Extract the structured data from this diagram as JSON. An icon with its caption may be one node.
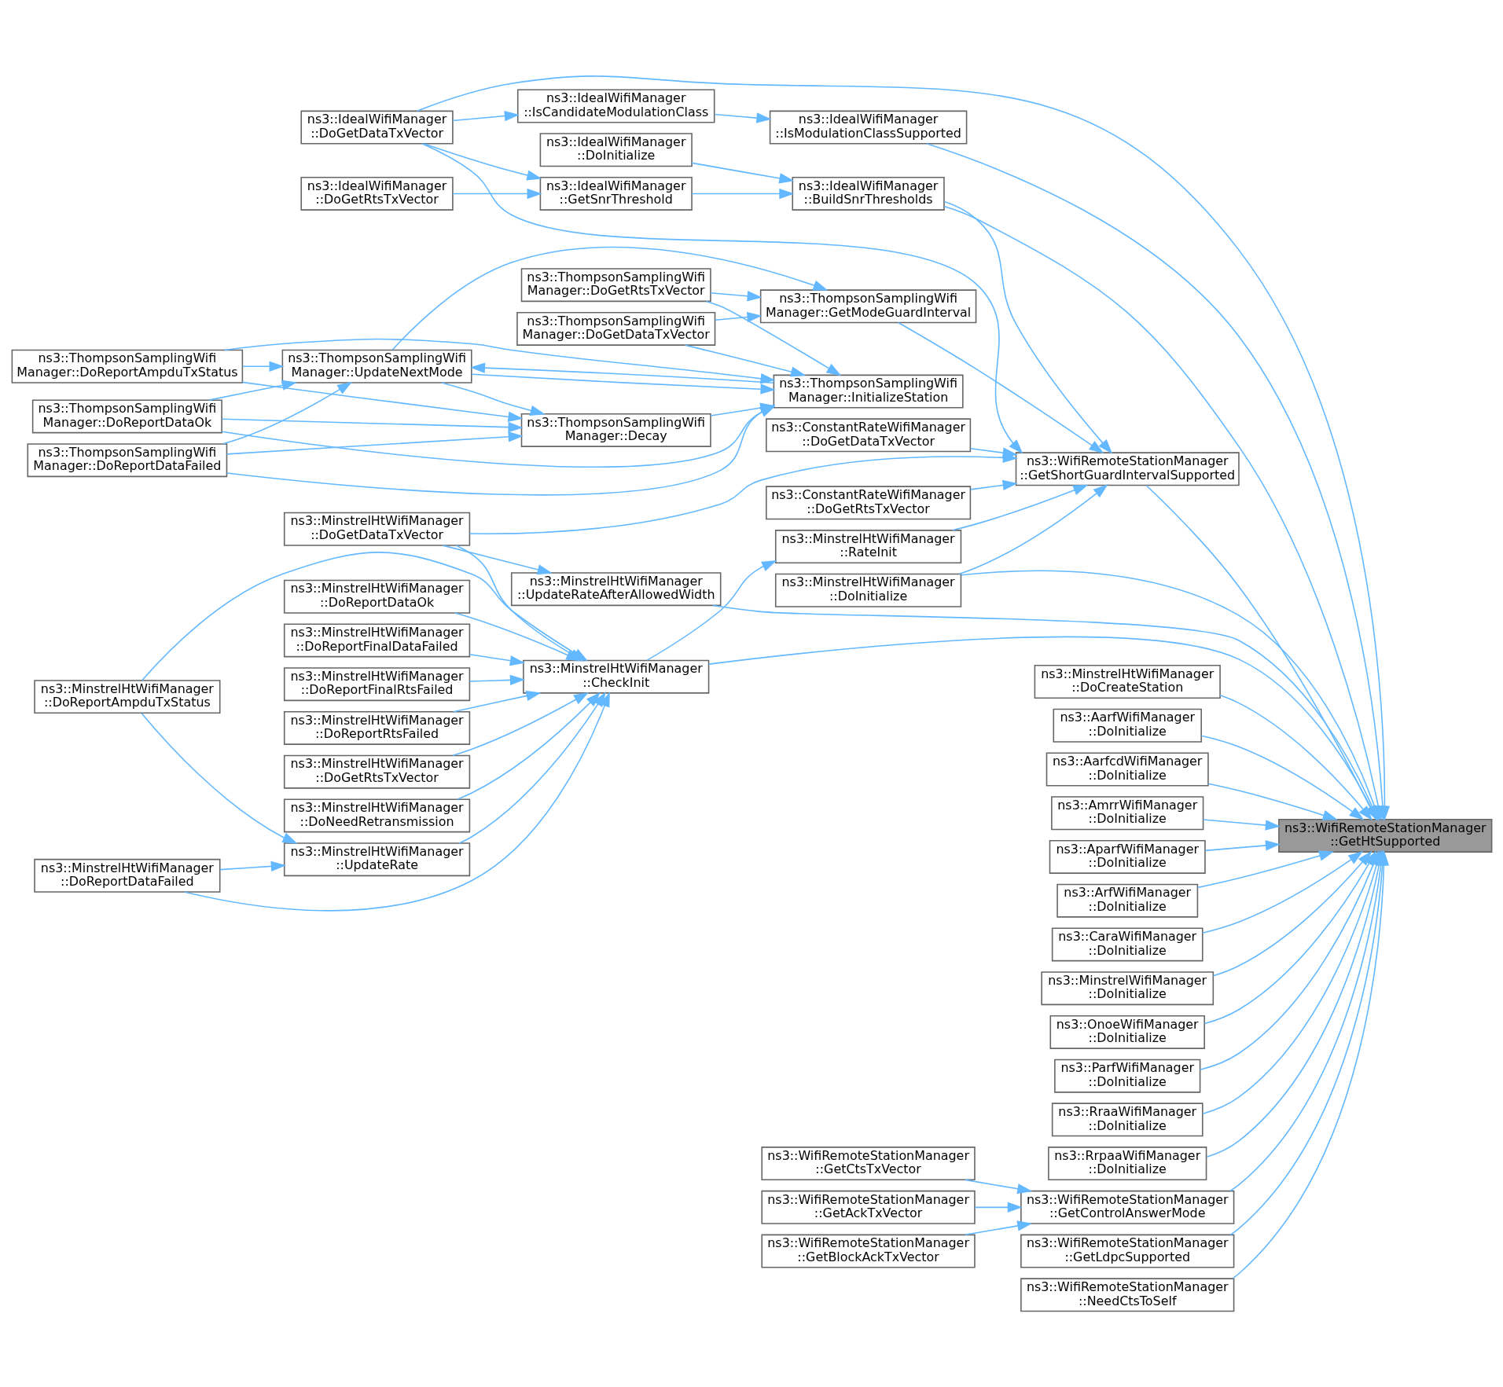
{
  "diagram": {
    "nodes": [
      {
        "text": [
          "ns3::WifiRemoteStationManager ::GetHtSupported"
        ]
      },
      {
        "text": [
          "ns3::IdealWifiManager ::IsModulationClassSupported"
        ]
      },
      {
        "text": [
          "ns3::IdealWifiManager ::IsCandidateModulationClass"
        ]
      },
      {
        "text": [
          "ns3::IdealWifiManager ::DoGetDataTxVector"
        ]
      },
      {
        "text": [
          "ns3::IdealWifiManager ::BuildSnrThresholds"
        ]
      },
      {
        "text": [
          "ns3::IdealWifiManager ::DoInitialize"
        ]
      },
      {
        "text": [
          "ns3::IdealWifiManager ::GetSnrThreshold"
        ]
      },
      {
        "text": [
          "ns3::IdealWifiManager ::DoGetRtsTxVector"
        ]
      },
      {
        "text": [
          "ns3::WifiRemoteStationManager ::GetShortGuardIntervalSupported"
        ]
      },
      {
        "text": [
          "ns3::ConstantRateWifiManager ::DoGetRtsTxVector"
        ]
      },
      {
        "text": [
          "ns3::ThompsonSamplingWifi Manager::GetModeGuardInterval"
        ]
      },
      {
        "text": [
          "ns3::ThompsonSamplingWifi Manager::UpdateNextMode"
        ]
      },
      {
        "text": [
          "ns3::ThompsonSamplingWifi Manager::InitializeStation"
        ]
      },
      {
        "text": [
          "ns3::ThompsonSamplingWifi Manager::Decay"
        ]
      },
      {
        "text": [
          "ns3::ThompsonSamplingWifi Manager::DoReportDataFailed"
        ]
      },
      {
        "text": [
          "ns3::ThompsonSamplingWifi Manager::DoReportAmpduTxStatus"
        ]
      },
      {
        "text": [
          "ns3::ThompsonSamplingWifi Manager::DoReportDataOk"
        ]
      },
      {
        "text": [
          "ns3::ThompsonSamplingWifi Manager::DoGetRtsTxVector"
        ]
      },
      {
        "text": [
          "ns3::ThompsonSamplingWifi Manager::DoGetDataTxVector"
        ]
      },
      {
        "text": [
          "ns3::ConstantRateWifiManager ::DoGetDataTxVector"
        ]
      },
      {
        "text": [
          "ns3::MinstrelHtWifiManager ::DoGetDataTxVector"
        ]
      },
      {
        "text": [
          "ns3::MinstrelHtWifiManager ::RateInit"
        ]
      },
      {
        "text": [
          "ns3::MinstrelHtWifiManager ::DoInitialize"
        ]
      },
      {
        "text": [
          "ns3::MinstrelHtWifiManager ::UpdateRateAfterAllowedWidth"
        ]
      },
      {
        "text": [
          "ns3::MinstrelHtWifiManager ::CheckInit"
        ]
      },
      {
        "text": [
          "ns3::MinstrelHtWifiManager ::DoReportDataOk"
        ]
      },
      {
        "text": [
          "ns3::MinstrelHtWifiManager ::DoReportFinalDataFailed"
        ]
      },
      {
        "text": [
          "ns3::MinstrelHtWifiManager ::DoReportFinalRtsFailed"
        ]
      },
      {
        "text": [
          "ns3::MinstrelHtWifiManager ::DoReportRtsFailed"
        ]
      },
      {
        "text": [
          "ns3::MinstrelHtWifiManager ::DoGetRtsTxVector"
        ]
      },
      {
        "text": [
          "ns3::MinstrelHtWifiManager ::DoNeedRetransmission"
        ]
      },
      {
        "text": [
          "ns3::MinstrelHtWifiManager ::UpdateRate"
        ]
      },
      {
        "text": [
          "ns3::MinstrelHtWifiManager ::DoReportDataFailed"
        ]
      },
      {
        "text": [
          "ns3::MinstrelHtWifiManager ::DoReportAmpduTxStatus"
        ]
      },
      {
        "text": [
          "ns3::MinstrelHtWifiManager ::DoCreateStation"
        ]
      },
      {
        "text": [
          "ns3::AarfWifiManager ::DoInitialize"
        ]
      },
      {
        "text": [
          "ns3::AarfcdWifiManager ::DoInitialize"
        ]
      },
      {
        "text": [
          "ns3::AmrrWifiManager ::DoInitialize"
        ]
      },
      {
        "text": [
          "ns3::AparfWifiManager ::DoInitialize"
        ]
      },
      {
        "text": [
          "ns3::ArfWifiManager ::DoInitialize"
        ]
      },
      {
        "text": [
          "ns3::CaraWifiManager ::DoInitialize"
        ]
      },
      {
        "text": [
          "ns3::MinstrelWifiManager ::DoInitialize"
        ]
      },
      {
        "text": [
          "ns3::OnoeWifiManager ::DoInitialize"
        ]
      },
      {
        "text": [
          "ns3::ParfWifiManager ::DoInitialize"
        ]
      },
      {
        "text": [
          "ns3::RraaWifiManager ::DoInitialize"
        ]
      },
      {
        "text": [
          "ns3::RrpaaWifiManager ::DoInitialize"
        ]
      },
      {
        "text": [
          "ns3::WifiRemoteStationManager ::GetControlAnswerMode"
        ]
      },
      {
        "text": [
          "ns3::WifiRemoteStationManager ::GetAckTxVector"
        ]
      },
      {
        "text": [
          "ns3::WifiRemoteStationManager ::GetBlockAckTxVector"
        ]
      },
      {
        "text": [
          "ns3::WifiRemoteStationManager ::GetCtsTxVector"
        ]
      },
      {
        "text": [
          "ns3::WifiRemoteStationManager ::GetLdpcSupported"
        ]
      },
      {
        "text": [
          "ns3::WifiRemoteStationManager ::NeedCtsToSelf"
        ]
      }
    ],
    "edges": [
      {
        "from": 1,
        "to": 0,
        "arrow": "to"
      },
      {
        "from": 2,
        "to": 1,
        "arrow": "to"
      },
      {
        "from": 3,
        "to": 2,
        "arrow": "to"
      },
      {
        "from": 3,
        "to": 0,
        "arrow": "to"
      },
      {
        "from": 3,
        "to": 6,
        "arrow": "to"
      },
      {
        "from": 3,
        "to": 8,
        "arrow": "to"
      },
      {
        "from": 4,
        "to": 0,
        "arrow": "to"
      },
      {
        "from": 4,
        "to": 8,
        "arrow": "to"
      },
      {
        "from": 5,
        "to": 4,
        "arrow": "to"
      },
      {
        "from": 6,
        "to": 4,
        "arrow": "to"
      },
      {
        "from": 7,
        "to": 6,
        "arrow": "to"
      },
      {
        "from": 8,
        "to": 0,
        "arrow": "to"
      },
      {
        "from": 9,
        "to": 8,
        "arrow": "to"
      },
      {
        "from": 10,
        "to": 8,
        "arrow": "to"
      },
      {
        "from": 11,
        "to": 10,
        "arrow": "to"
      },
      {
        "from": 11,
        "to": 12,
        "arrow": "to"
      },
      {
        "from": 11,
        "to": 13,
        "arrow": "to"
      },
      {
        "from": 12,
        "to": 11,
        "arrow": "to"
      },
      {
        "from": 13,
        "to": 12,
        "arrow": "to"
      },
      {
        "from": 14,
        "to": 13,
        "arrow": "to"
      },
      {
        "from": 14,
        "to": 12,
        "arrow": "to"
      },
      {
        "from": 14,
        "to": 11,
        "arrow": "to"
      },
      {
        "from": 15,
        "to": 13,
        "arrow": "to"
      },
      {
        "from": 15,
        "to": 12,
        "arrow": "to"
      },
      {
        "from": 15,
        "to": 11,
        "arrow": "to"
      },
      {
        "from": 16,
        "to": 13,
        "arrow": "to"
      },
      {
        "from": 16,
        "to": 12,
        "arrow": "to"
      },
      {
        "from": 16,
        "to": 11,
        "arrow": "to"
      },
      {
        "from": 17,
        "to": 12,
        "arrow": "to"
      },
      {
        "from": 17,
        "to": 10,
        "arrow": "to"
      },
      {
        "from": 18,
        "to": 12,
        "arrow": "to"
      },
      {
        "from": 18,
        "to": 10,
        "arrow": "to"
      },
      {
        "from": 19,
        "to": 8,
        "arrow": "to"
      },
      {
        "from": 20,
        "to": 8,
        "arrow": "to"
      },
      {
        "from": 20,
        "to": 23,
        "arrow": "to"
      },
      {
        "from": 20,
        "to": 24,
        "arrow": "to"
      },
      {
        "from": 21,
        "to": 8,
        "arrow": "to"
      },
      {
        "from": 22,
        "to": 8,
        "arrow": "to"
      },
      {
        "from": 22,
        "to": 0,
        "arrow": "to"
      },
      {
        "from": 23,
        "to": 0,
        "arrow": "to"
      },
      {
        "from": 24,
        "to": 21,
        "arrow": "to"
      },
      {
        "from": 24,
        "to": 0,
        "arrow": "to"
      },
      {
        "from": 25,
        "to": 24,
        "arrow": "to"
      },
      {
        "from": 26,
        "to": 24,
        "arrow": "to"
      },
      {
        "from": 27,
        "to": 24,
        "arrow": "to"
      },
      {
        "from": 28,
        "to": 24,
        "arrow": "to"
      },
      {
        "from": 29,
        "to": 24,
        "arrow": "to"
      },
      {
        "from": 30,
        "to": 24,
        "arrow": "to"
      },
      {
        "from": 31,
        "to": 24,
        "arrow": "to"
      },
      {
        "from": 32,
        "to": 24,
        "arrow": "to"
      },
      {
        "from": 32,
        "to": 31,
        "arrow": "to"
      },
      {
        "from": 33,
        "to": 31,
        "arrow": "to"
      },
      {
        "from": 33,
        "to": 24,
        "arrow": "to"
      },
      {
        "from": 34,
        "to": 0,
        "arrow": "to"
      },
      {
        "from": 35,
        "to": 0,
        "arrow": "to"
      },
      {
        "from": 36,
        "to": 0,
        "arrow": "to"
      },
      {
        "from": 37,
        "to": 0,
        "arrow": "to"
      },
      {
        "from": 38,
        "to": 0,
        "arrow": "to"
      },
      {
        "from": 39,
        "to": 0,
        "arrow": "to"
      },
      {
        "from": 40,
        "to": 0,
        "arrow": "to"
      },
      {
        "from": 41,
        "to": 0,
        "arrow": "to"
      },
      {
        "from": 42,
        "to": 0,
        "arrow": "to"
      },
      {
        "from": 43,
        "to": 0,
        "arrow": "to"
      },
      {
        "from": 44,
        "to": 0,
        "arrow": "to"
      },
      {
        "from": 45,
        "to": 0,
        "arrow": "to"
      },
      {
        "from": 46,
        "to": 0,
        "arrow": "to"
      },
      {
        "from": 47,
        "to": 46,
        "arrow": "to"
      },
      {
        "from": 48,
        "to": 46,
        "arrow": "to"
      },
      {
        "from": 49,
        "to": 46,
        "arrow": "to"
      },
      {
        "from": 50,
        "to": 0,
        "arrow": "to"
      },
      {
        "from": 51,
        "to": 0,
        "arrow": "to"
      }
    ]
  }
}
